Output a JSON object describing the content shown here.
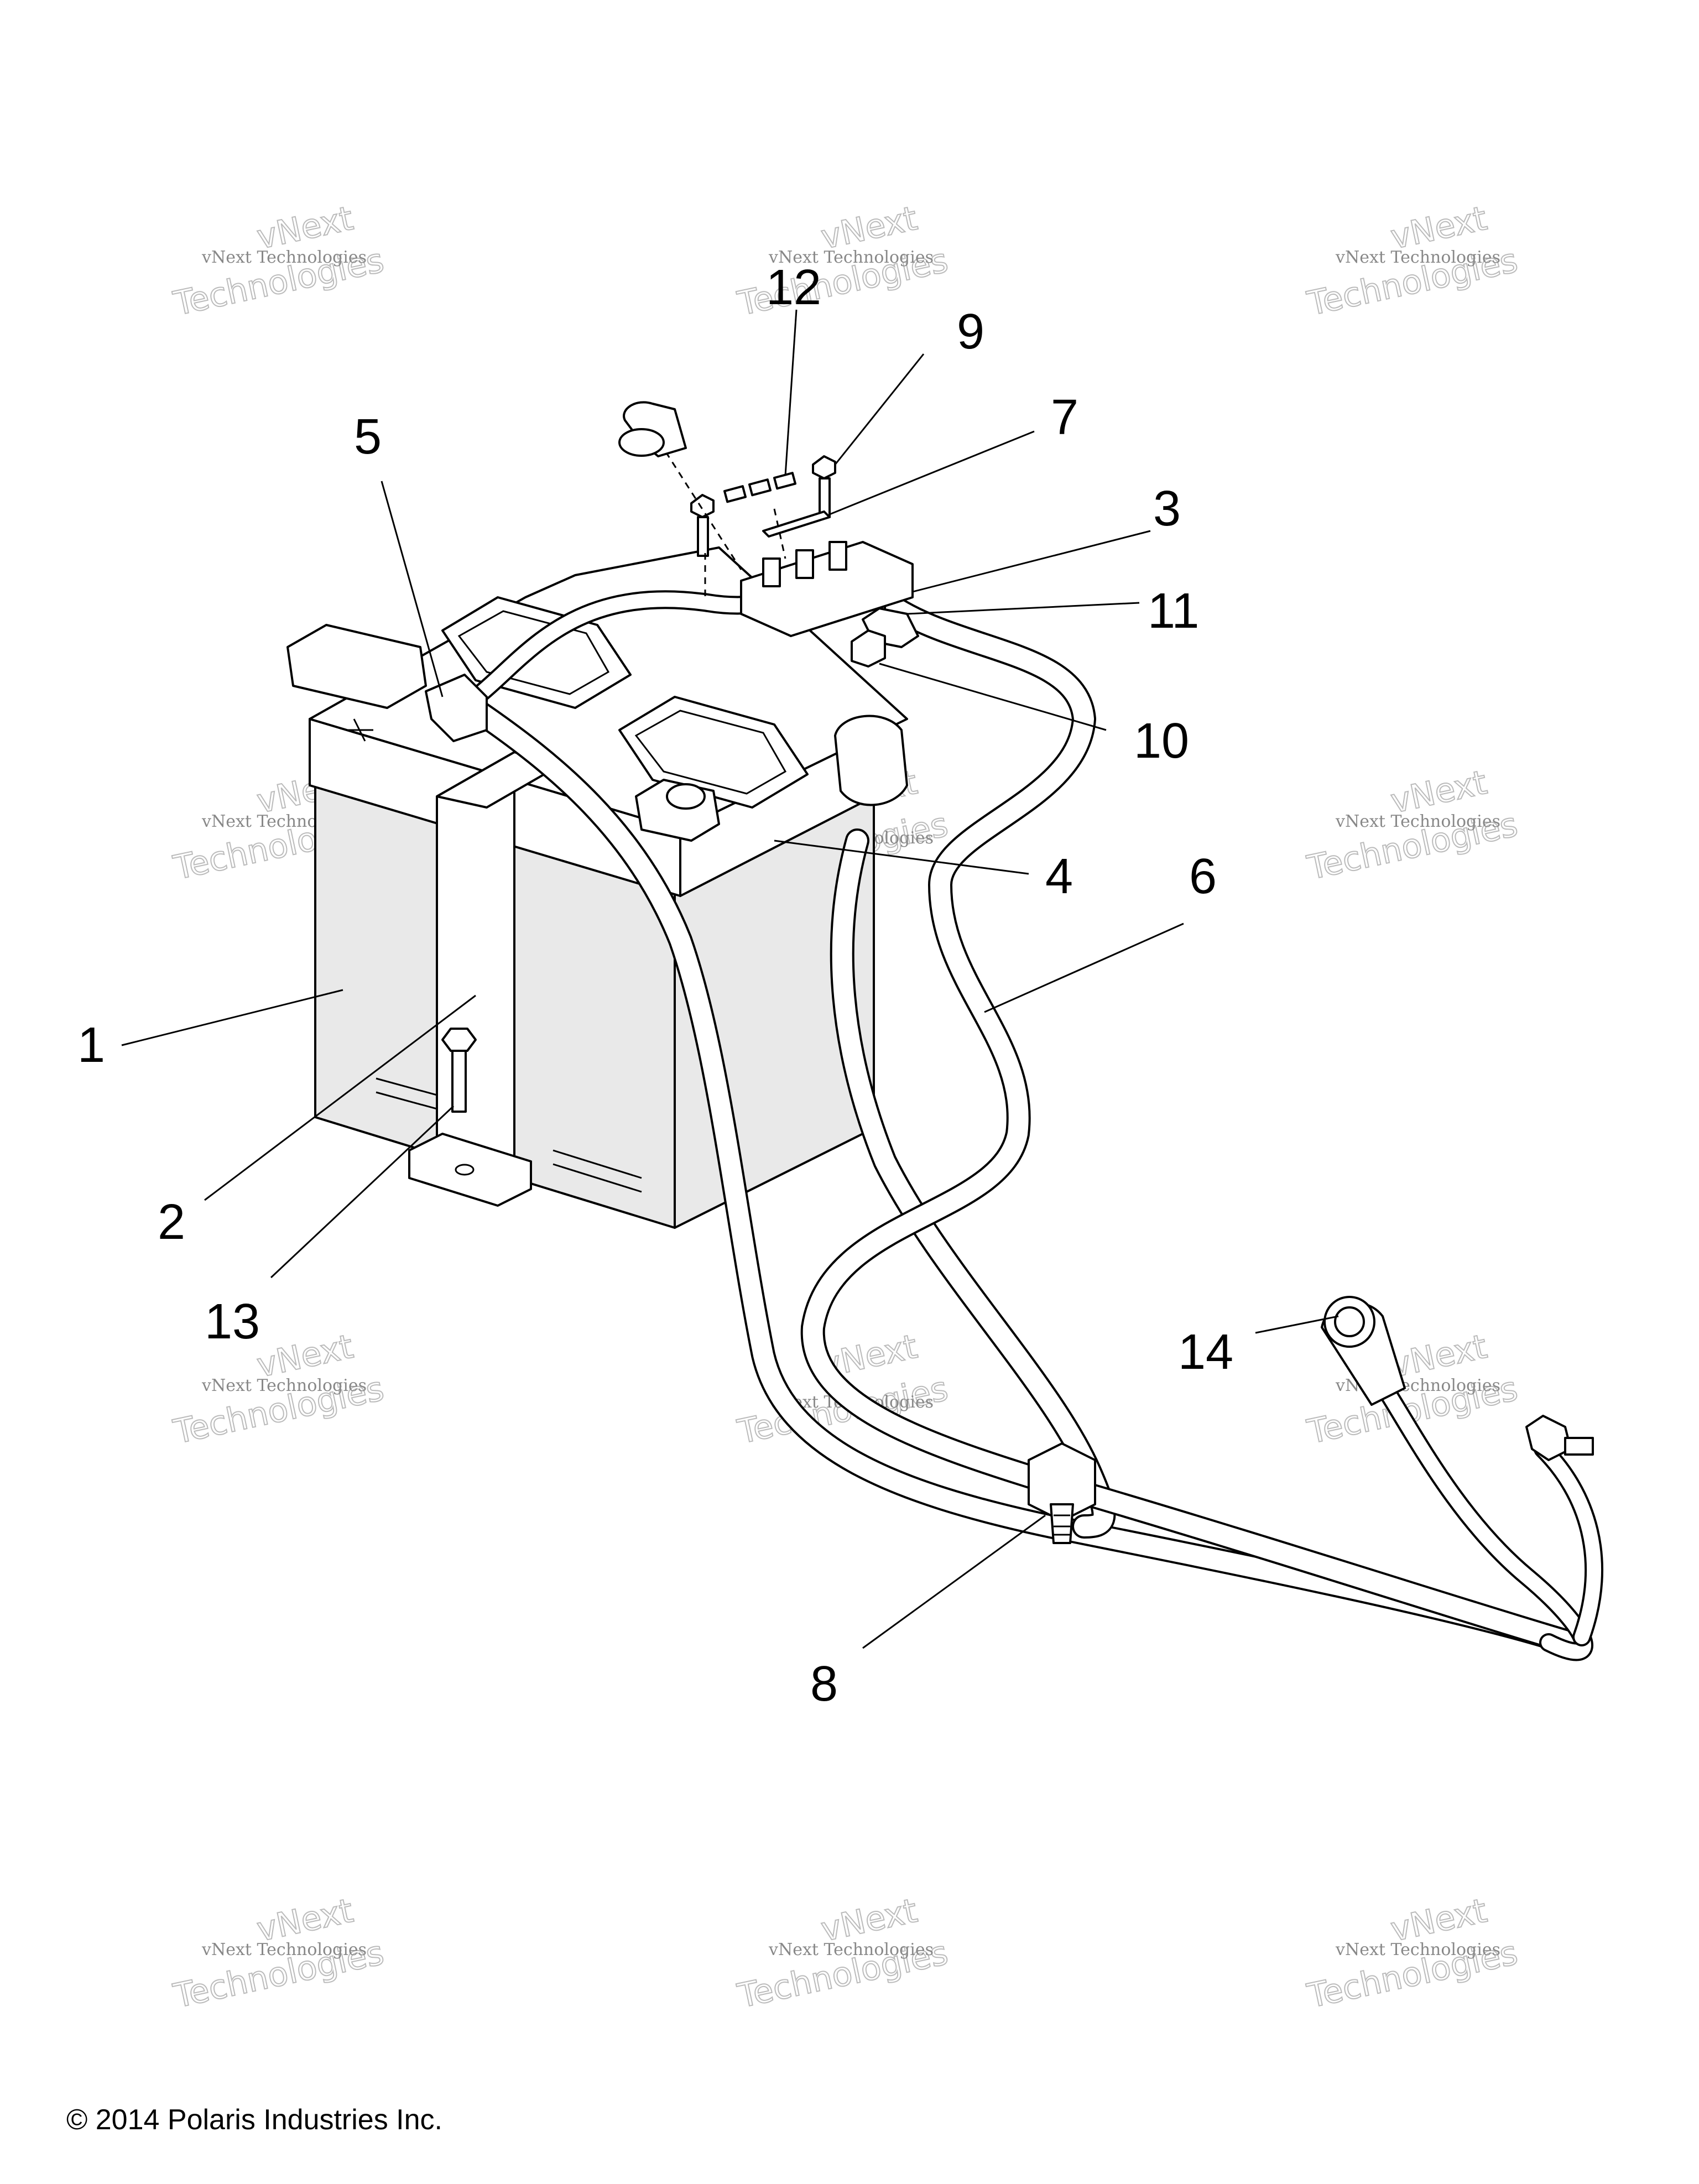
{
  "callouts": [
    "1",
    "2",
    "3",
    "4",
    "5",
    "6",
    "7",
    "8",
    "9",
    "10",
    "11",
    "12",
    "13",
    "14"
  ],
  "watermark": {
    "line1": "vNext Technologies",
    "line2": "Technologies",
    "line3": "vNext"
  },
  "copyright": "© 2014 Polaris Industries Inc."
}
